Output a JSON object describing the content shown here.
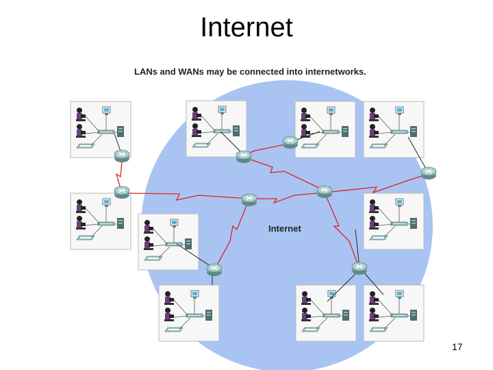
{
  "slide": {
    "title": "Internet",
    "caption": "LANs and WANs may be connected into internetworks.",
    "page_number": "17"
  },
  "diagram": {
    "cloud_label": "Internet",
    "colors": {
      "cloud": "#a9c4f2",
      "lan_box": "#f7f7f7",
      "wan_link": "#e02020",
      "lan_link": "#222222",
      "router": "#7fa8a8"
    },
    "icons": [
      "router-icon",
      "switch-icon",
      "pc-icon",
      "server-icon",
      "printer-icon",
      "user-icon"
    ]
  }
}
